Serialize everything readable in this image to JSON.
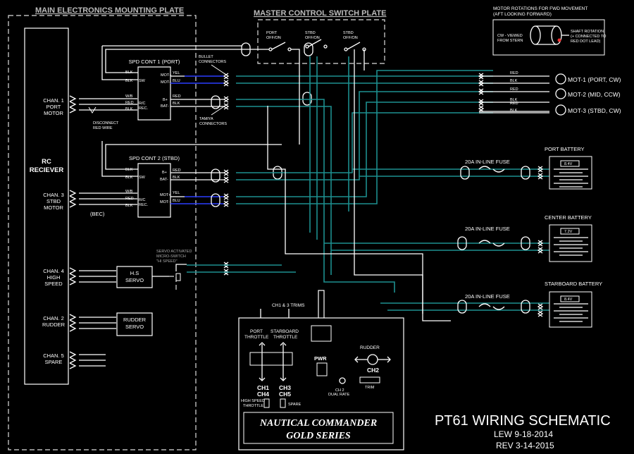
{
  "headers": {
    "main_plate": "MAIN ELECTRONICS MOUNTING PLATE",
    "switch_plate": "MASTER CONTROL SWITCH PLATE"
  },
  "rotation_note": {
    "line1": "MOTOR ROTATIONS FOR FWD MOVEMENT",
    "line2": "(AFT LOOKING FORWARD)",
    "cw_label1": "CW - VIEWED",
    "cw_label2": "FROM STERN",
    "shaft1": "SHAFT ROTATION",
    "shaft2": "(+ CONNECTED TO",
    "shaft3": "RED DOT LEAD)"
  },
  "switches": {
    "port1": "PORT",
    "port2": "OFF/ON",
    "stbd1": "STBD",
    "stbd2": "OFF/ON",
    "stbd_b1": "STBD",
    "stbd_b2": "OFF/ON"
  },
  "receiver": {
    "line1": "RC",
    "line2": "RECIEVER"
  },
  "channels": {
    "ch1": [
      "CHAN. 1",
      "PORT",
      "MOTOR"
    ],
    "ch3": [
      "CHAN. 3",
      "STBD",
      "MOTOR"
    ],
    "ch4": [
      "CHAN. 4",
      "HIGH",
      "SPEED"
    ],
    "ch2": [
      "CHAN. 2",
      "RUDDER"
    ],
    "ch5": [
      "CHAN. 5",
      "SPARE"
    ]
  },
  "disconnect": [
    "DISCONNECT",
    "RED WIRE"
  ],
  "bec": "(BEC)",
  "spd1": {
    "title": "SPD CONT 1 (PORT)",
    "blk": "BLK",
    "sw": "SW",
    "wb": "W/B",
    "red": "RED",
    "blk2": "BLK",
    "rc": "R/C",
    "rec": "REC.",
    "motp": "MOT+",
    "motm": "MOT-",
    "bp": "B+",
    "bm": "BAT-",
    "yel": "YEL",
    "blu": "BLU",
    "red2": "RED",
    "blk3": "BLK"
  },
  "spd2": {
    "title": "SPD CONT 2 (STBD)",
    "blk": "BLK",
    "sw": "SW",
    "wb": "W/B",
    "red": "RED",
    "blk2": "BLK",
    "rc": "R/C",
    "rec": "REC.",
    "motp": "MOT+",
    "motm": "MOT-",
    "bp": "B+",
    "bm": "BAT-",
    "red2": "RED",
    "blk3": "BLK",
    "yel": "YEL",
    "blu": "BLU"
  },
  "connectors": {
    "bullet1": "BULLET",
    "bullet2": "CONNECTORS",
    "tamiya1": "TAMIYA",
    "tamiya2": "CONNECTORS"
  },
  "servo_switch": [
    "SERVO ACTIVATED",
    "MICRO-SWITCH",
    "\"HI SPEED\""
  ],
  "hs_servo": [
    "H.S",
    "SERVO"
  ],
  "rudder_servo": [
    "RUDDER",
    "SERVO"
  ],
  "motors": {
    "m1": "MOT-1 (PORT, CW)",
    "m2": "MOT-2 (MID, CCW)",
    "m3": "MOT-3 (STBD, CW)",
    "wires": [
      "RED",
      "BLK",
      "RED",
      "BLK",
      "RED",
      "BLK"
    ]
  },
  "batteries": {
    "port": "PORT BATTERY",
    "center": "CENTER BATTERY",
    "stbd": "STARBOARD BATTERY",
    "fuse": "20A IN-LINE FUSE",
    "v1": "8.4V",
    "v2": "7.2V",
    "v3": "8.4V"
  },
  "transmitter": {
    "trims": "CH1 & 3 TRIMS",
    "port_throttle": [
      "PORT",
      "THROTTLE"
    ],
    "stbd_throttle": [
      "STARBOARD",
      "THROTTLE"
    ],
    "pwr": "PWR",
    "rudder": "RUDDER",
    "ch2": "CH2",
    "trim": "TRIM",
    "ch2dual": [
      "CH 2",
      "DUAL RATE"
    ],
    "ch1": "CH1",
    "ch4": "CH4",
    "ch3": "CH3",
    "ch5": "CH5",
    "high_speed": [
      "HIGH SPEED",
      "THROTTLE"
    ],
    "spare": "SPARE",
    "brand1": "NAUTICAL COMMANDER",
    "brand2": "GOLD SERIES"
  },
  "title_block": {
    "title": "PT61 WIRING SCHEMATIC",
    "lew": "LEW 9-18-2014",
    "rev": "REV 3-14-2015"
  }
}
